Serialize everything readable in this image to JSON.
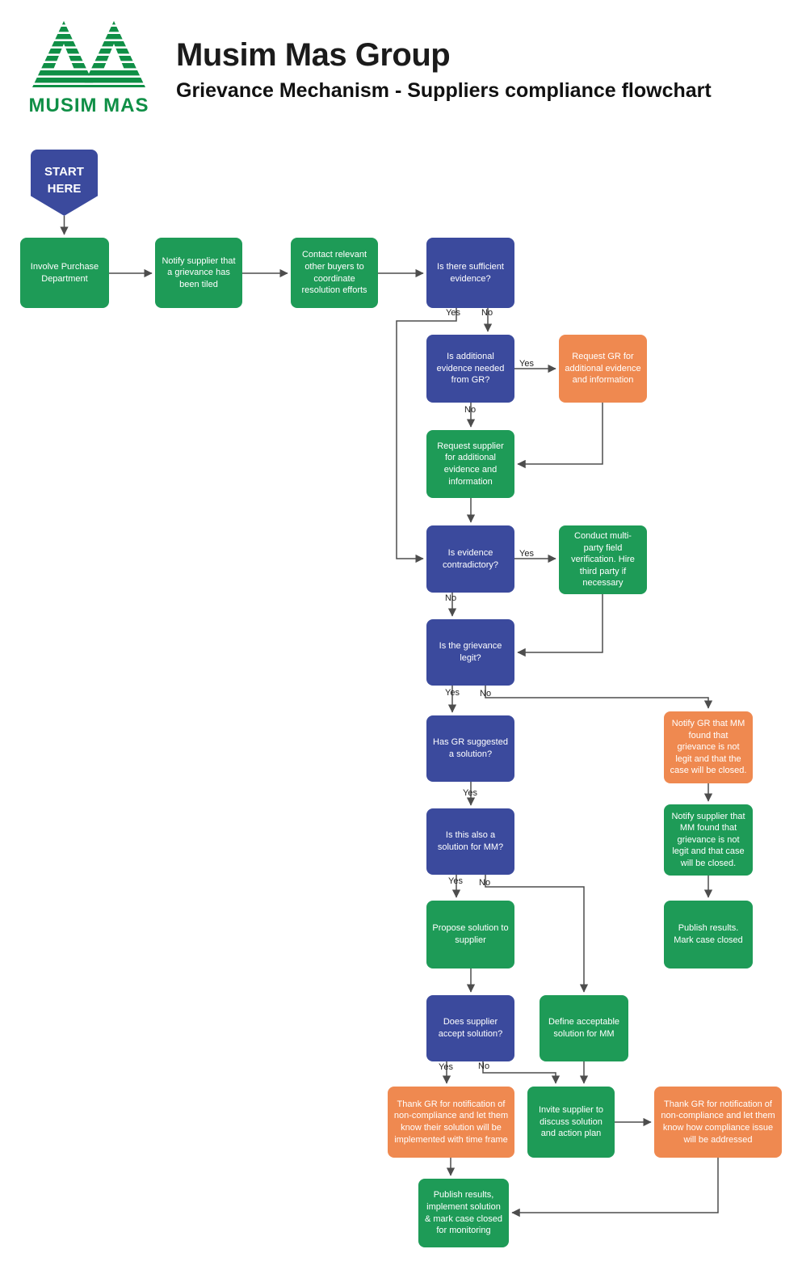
{
  "page": {
    "title": "Musim Mas Group",
    "subtitle": "Grievance Mechanism - Suppliers compliance flowchart",
    "logo_wordmark": "MUSIM MAS"
  },
  "palette": {
    "decision_blue": "#3B4A9D",
    "process_green": "#1E9B57",
    "action_orange": "#EF8950",
    "logo_green": "#0F8F46",
    "arrow_gray": "#4D4D4D",
    "node_text": "#FFFFFF"
  },
  "labels": {
    "yes": "Yes",
    "no": "No"
  },
  "nodes": {
    "start": "START HERE",
    "involve_purchase": "Involve Purchase Department",
    "notify_grievance_filed": "Notify supplier that a grievance has been tiled",
    "contact_buyers": "Contact relevant other buyers to coordinate resolution efforts",
    "sufficient_evidence": "Is there sufficient evidence?",
    "additional_evidence_gr": "Is additional evidence needed from GR?",
    "request_gr_evidence": "Request GR for additional evidence and information",
    "request_supplier_evidence": "Request supplier for additional evidence and information",
    "evidence_contradictory": "Is evidence contradictory?",
    "multi_party_verification": "Conduct multi-party field verification. Hire third party if necessary",
    "grievance_legit": "Is the grievance legit?",
    "gr_suggested_solution": "Has GR suggested a solution?",
    "notify_gr_not_legit": "Notify GR that MM found that grievance is not legit and that the case will be closed.",
    "notify_supplier_not_legit": "Notify supplier that MM found that grievance is not legit and that case will be closed.",
    "solution_for_mm": "Is this also a solution for MM?",
    "publish_results_closed": "Publish results. Mark case closed",
    "propose_solution": "Propose solution to supplier",
    "supplier_accept": "Does supplier accept solution?",
    "define_acceptable": "Define acceptable solution for MM",
    "thank_gr_timeframe": "Thank GR for notification of non-compliance and let them know their solution will be implemented with time frame",
    "invite_supplier": "Invite supplier to discuss solution and action plan",
    "thank_gr_addressed": "Thank GR for notification of non-compliance and let them know how compliance issue will be addressed",
    "publish_monitor": "Publish results, implement solution & mark case closed for monitoring"
  }
}
